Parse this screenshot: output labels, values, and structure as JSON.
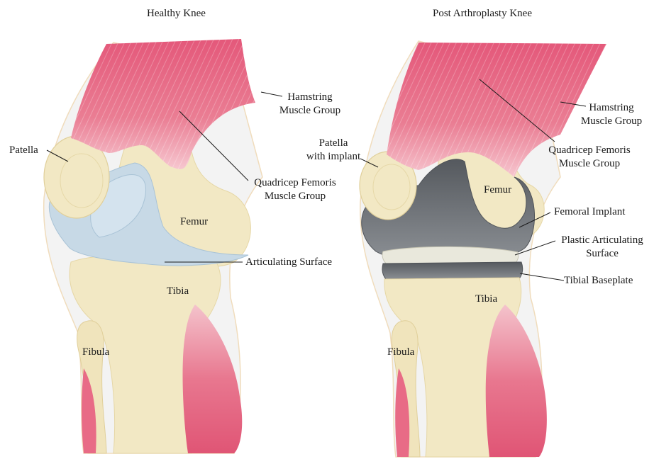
{
  "titles": {
    "left": "Healthy Knee",
    "right": "Post Arthroplasty Knee"
  },
  "left_labels": {
    "patella": "Patella",
    "hamstring_line1": "Hamstring",
    "hamstring_line2": "Muscle Group",
    "quadricep_line1": "Quadricep Femoris",
    "quadricep_line2": "Muscle Group",
    "femur": "Femur",
    "articulating_surface": "Articulating Surface",
    "tibia": "Tibia",
    "fibula": "Fibula"
  },
  "right_labels": {
    "patella_line1": "Patella",
    "patella_line2": "with implant",
    "hamstring_line1": "Hamstring",
    "hamstring_line2": "Muscle Group",
    "quadricep_line1": "Quadricep Femoris",
    "quadricep_line2": "Muscle Group",
    "femur": "Femur",
    "femoral_implant": "Femoral Implant",
    "plastic_line1": "Plastic Articulating",
    "plastic_line2": "Surface",
    "tibial_baseplate": "Tibial Baseplate",
    "tibia": "Tibia",
    "fibula": "Fibula"
  },
  "colors": {
    "muscle": "#e5657f",
    "bone": "#f2e8c4",
    "cartilage": "#c7d9e6",
    "implant_metal": "#6f7378",
    "plastic": "#e9e8dc"
  }
}
